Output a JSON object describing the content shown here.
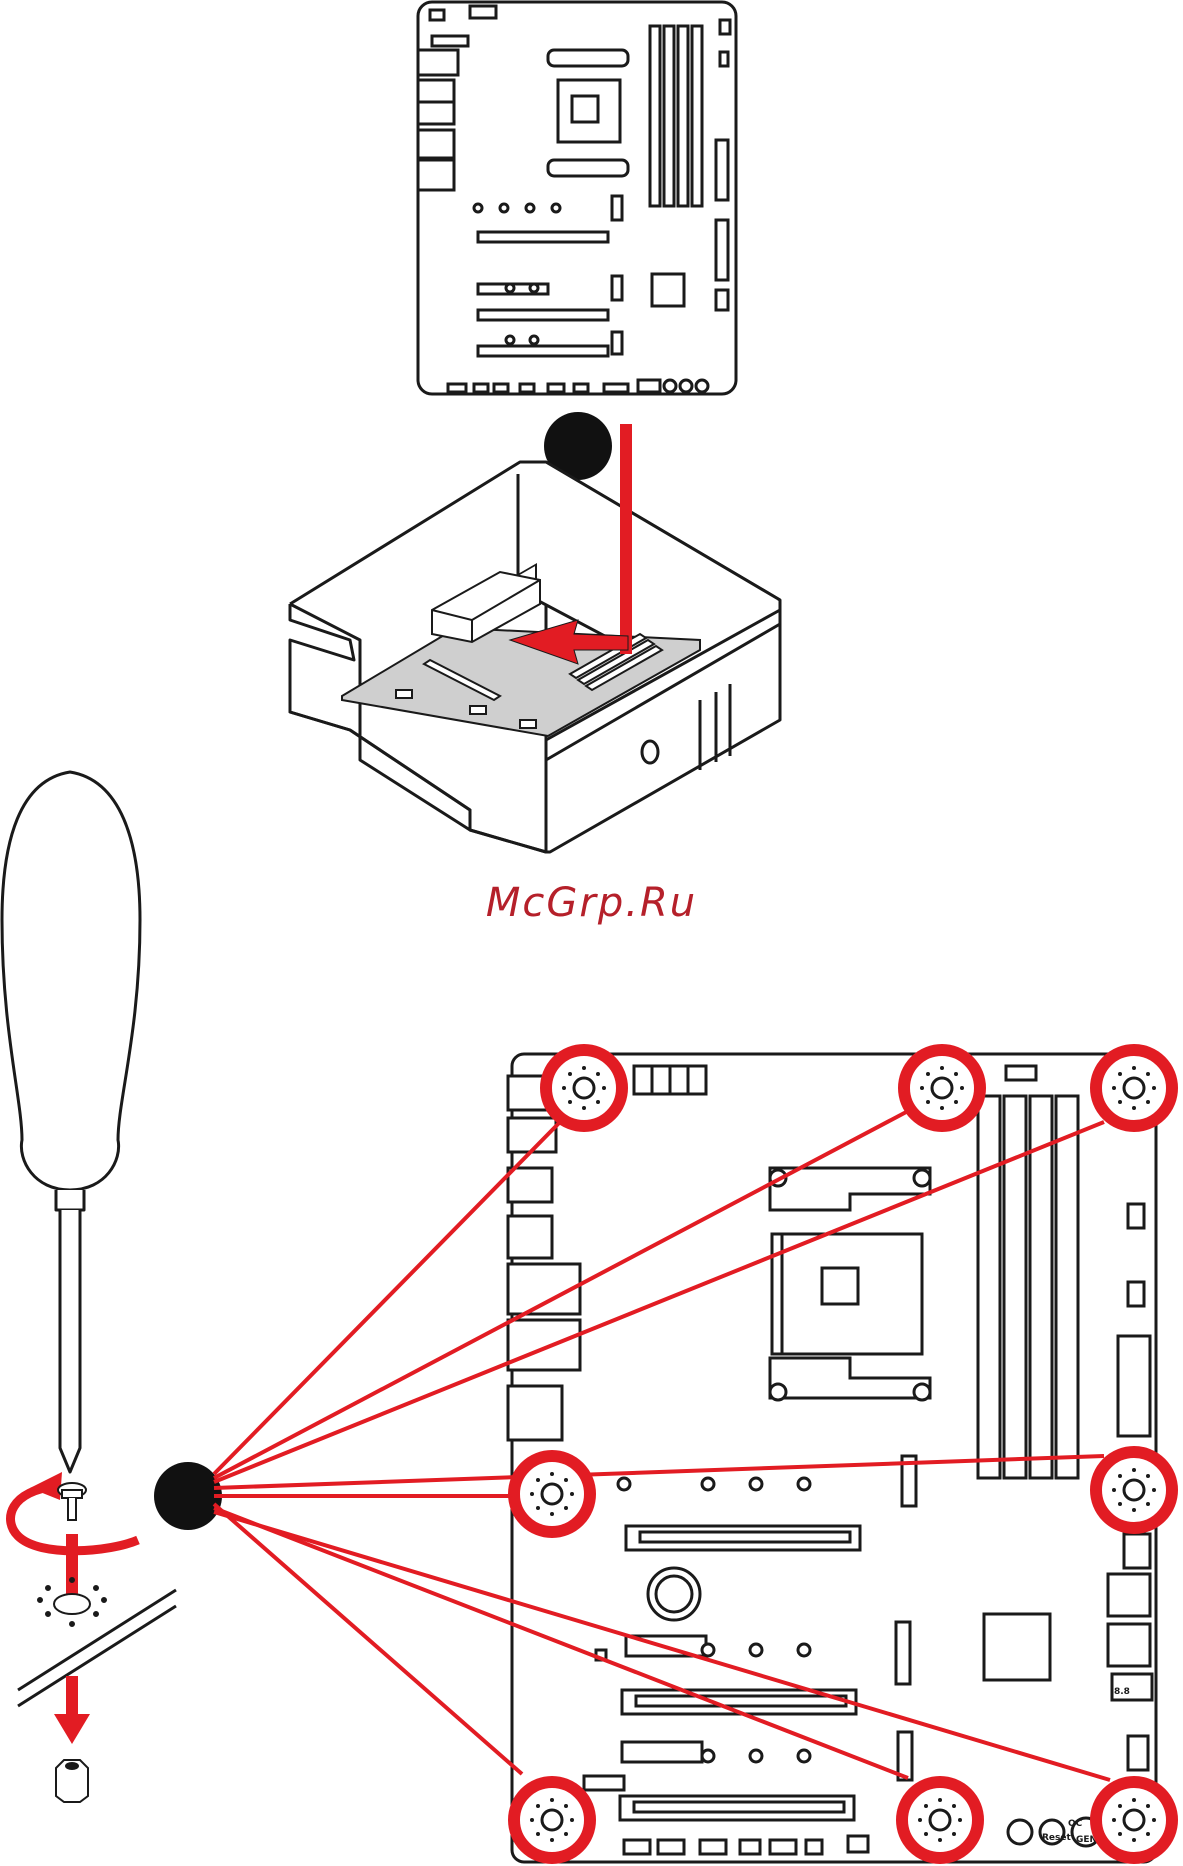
{
  "watermark": {
    "text": "McGrp.Ru",
    "color": "#b5202a"
  },
  "board_labels": {
    "reset": "Reset",
    "oc_genie": "OC",
    "oc_genie_line2": "GEN",
    "debug_led": "8.8"
  },
  "colors": {
    "accent_red": "#e21c23",
    "outline": "#1a1a1a",
    "fill": "#ffffff",
    "shade": "#cfcfcf",
    "marker": "#111111"
  },
  "icons": [
    "screwdriver-icon",
    "screw-icon",
    "standoff-icon",
    "rotate-arrow-icon",
    "down-arrow-icon",
    "motherboard-icon",
    "pc-case-icon",
    "mounting-hole-icon"
  ]
}
